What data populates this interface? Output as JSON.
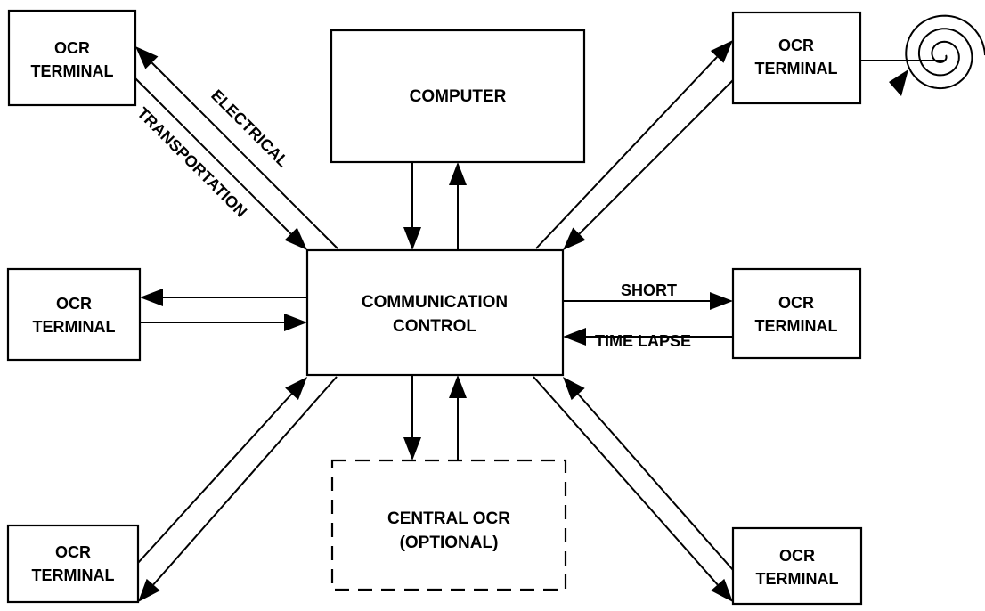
{
  "nodes": {
    "computer": {
      "line1": "COMPUTER"
    },
    "comm_control": {
      "line1": "COMMUNICATION",
      "line2": "CONTROL"
    },
    "central_ocr": {
      "line1": "CENTRAL OCR",
      "line2": "(OPTIONAL)"
    },
    "terminal_top_left": {
      "line1": "OCR",
      "line2": "TERMINAL"
    },
    "terminal_mid_left": {
      "line1": "OCR",
      "line2": "TERMINAL"
    },
    "terminal_bottom_left": {
      "line1": "OCR",
      "line2": "TERMINAL"
    },
    "terminal_top_right": {
      "line1": "OCR",
      "line2": "TERMINAL"
    },
    "terminal_mid_right": {
      "line1": "OCR",
      "line2": "TERMINAL"
    },
    "terminal_bottom_right": {
      "line1": "OCR",
      "line2": "TERMINAL"
    }
  },
  "link_labels": {
    "electrical": "ELECTRICAL",
    "transportation": "TRANSPORTATION",
    "short": "SHORT",
    "time_lapse": "TIME LAPSE"
  }
}
